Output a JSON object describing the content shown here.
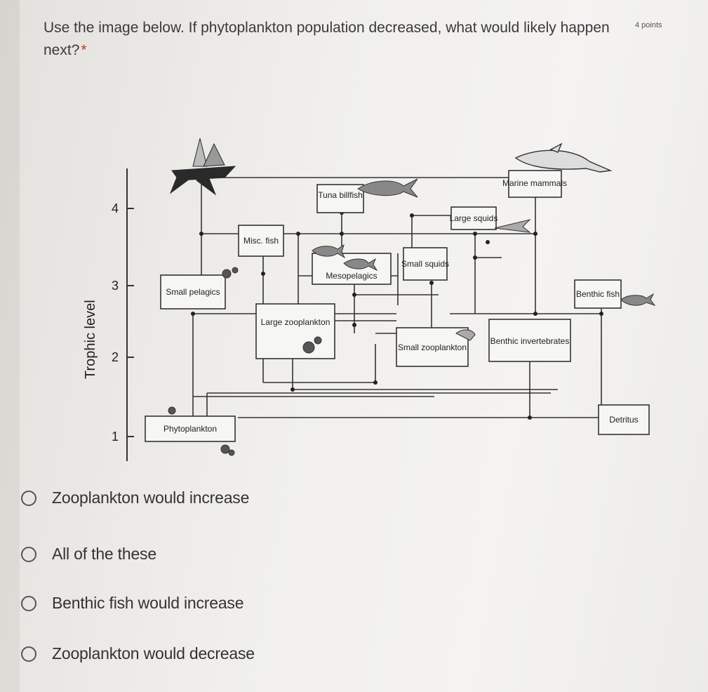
{
  "question": {
    "text": "Use the image below. If phytoplankton population decreased, what would likely happen next?",
    "required_mark": "*",
    "points": "4 points"
  },
  "diagram": {
    "y_axis_label": "Trophic level",
    "y_ticks": [
      "1",
      "2",
      "3",
      "4"
    ],
    "nodes": {
      "tuna": "Tuna billfish",
      "marine_mammals": "Marine mammals",
      "large_squids": "Large squids",
      "misc_fish": "Misc. fish",
      "small_squids": "Small squids",
      "mesopelagics": "Mesopelagics",
      "small_pelagics": "Small pelagics",
      "benthic_fish": "Benthic fish",
      "large_zooplankton": "Large zooplankton",
      "small_zooplankton": "Small zooplankton",
      "benthic_invertebrates": "Benthic invertebrates",
      "phytoplankton": "Phytoplankton",
      "detritus": "Detritus"
    },
    "icons": [
      "fishing-boat-icon",
      "dolphin-icon",
      "fish-icon",
      "squid-icon",
      "zooplankton-icon"
    ]
  },
  "options": [
    {
      "label": "Zooplankton would increase"
    },
    {
      "label": "All of the these"
    },
    {
      "label": "Benthic fish would increase"
    },
    {
      "label": "Zooplankton would decrease"
    }
  ]
}
